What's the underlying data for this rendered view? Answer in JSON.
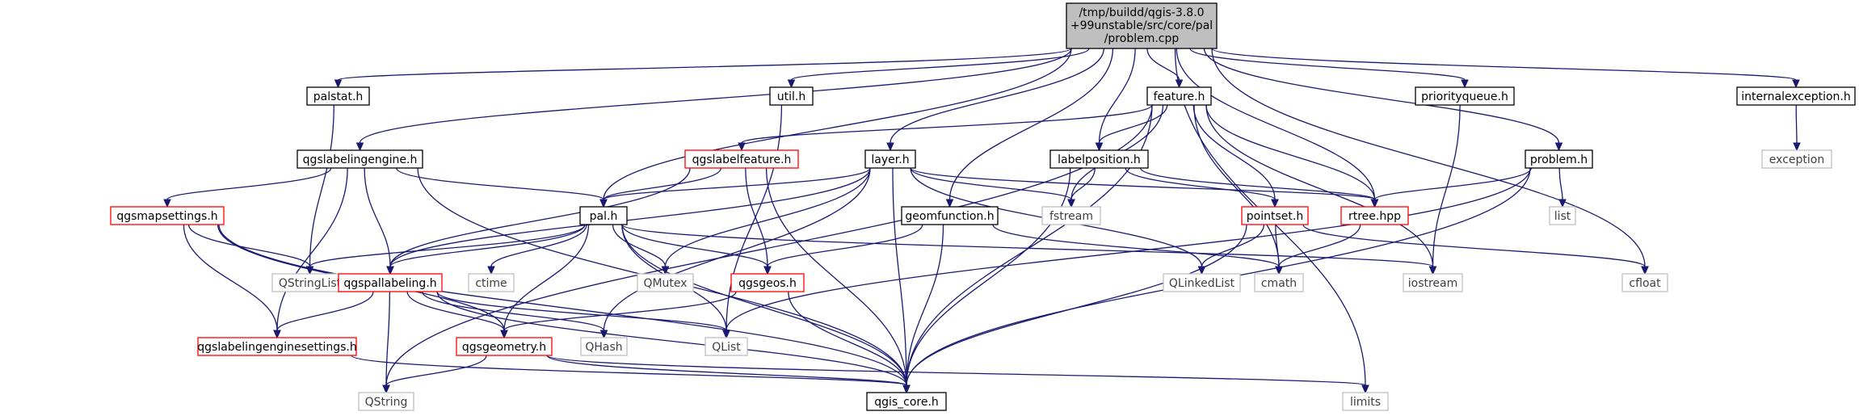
{
  "diagram": {
    "root": {
      "id": "root",
      "lines": [
        "/tmp/buildd/qgis-3.8.0",
        "+99unstable/src/core/pal",
        "/problem.cpp"
      ]
    },
    "nodes": [
      {
        "id": "palstat",
        "label": "palstat.h",
        "kind": "doc"
      },
      {
        "id": "util",
        "label": "util.h",
        "kind": "doc"
      },
      {
        "id": "feature",
        "label": "feature.h",
        "kind": "doc"
      },
      {
        "id": "priorityqueue",
        "label": "priorityqueue.h",
        "kind": "doc"
      },
      {
        "id": "internalexception",
        "label": "internalexception.h",
        "kind": "doc"
      },
      {
        "id": "exception",
        "label": "exception",
        "kind": "ext"
      },
      {
        "id": "qgslabelingengine",
        "label": "qgslabelingengine.h",
        "kind": "doc"
      },
      {
        "id": "qgslabelfeature",
        "label": "qgslabelfeature.h",
        "kind": "trunc"
      },
      {
        "id": "layer",
        "label": "layer.h",
        "kind": "doc"
      },
      {
        "id": "labelposition",
        "label": "labelposition.h",
        "kind": "doc"
      },
      {
        "id": "problem_h",
        "label": "problem.h",
        "kind": "doc"
      },
      {
        "id": "list",
        "label": "list",
        "kind": "ext"
      },
      {
        "id": "qgsmapsettings",
        "label": "qgsmapsettings.h",
        "kind": "trunc"
      },
      {
        "id": "pal",
        "label": "pal.h",
        "kind": "doc"
      },
      {
        "id": "geomfunction",
        "label": "geomfunction.h",
        "kind": "doc"
      },
      {
        "id": "fstream",
        "label": "fstream",
        "kind": "ext"
      },
      {
        "id": "pointset",
        "label": "pointset.h",
        "kind": "trunc"
      },
      {
        "id": "rtree",
        "label": "rtree.hpp",
        "kind": "trunc"
      },
      {
        "id": "qstringlist",
        "label": "QStringList",
        "kind": "ext"
      },
      {
        "id": "qgspallabeling",
        "label": "qgspallabeling.h",
        "kind": "trunc"
      },
      {
        "id": "ctime",
        "label": "ctime",
        "kind": "ext"
      },
      {
        "id": "qmutex",
        "label": "QMutex",
        "kind": "ext"
      },
      {
        "id": "qgsgeos",
        "label": "qgsgeos.h",
        "kind": "trunc"
      },
      {
        "id": "qlinkedlist",
        "label": "QLinkedList",
        "kind": "ext"
      },
      {
        "id": "cmath",
        "label": "cmath",
        "kind": "ext"
      },
      {
        "id": "iostream",
        "label": "iostream",
        "kind": "ext"
      },
      {
        "id": "cfloat",
        "label": "cfloat",
        "kind": "ext"
      },
      {
        "id": "qgslabelingenginesettings",
        "label": "qgslabelingenginesettings.h",
        "kind": "trunc"
      },
      {
        "id": "qgsgeometry",
        "label": "qgsgeometry.h",
        "kind": "trunc"
      },
      {
        "id": "qhash",
        "label": "QHash",
        "kind": "ext"
      },
      {
        "id": "qlist",
        "label": "QList",
        "kind": "ext"
      },
      {
        "id": "qstring",
        "label": "QString",
        "kind": "ext"
      },
      {
        "id": "qgis_core",
        "label": "qgis_core.h",
        "kind": "doc"
      },
      {
        "id": "limits",
        "label": "limits",
        "kind": "ext"
      }
    ],
    "edges": [
      [
        "root",
        "palstat"
      ],
      [
        "root",
        "qgslabelingengine"
      ],
      [
        "root",
        "util"
      ],
      [
        "root",
        "pal"
      ],
      [
        "root",
        "layer"
      ],
      [
        "root",
        "feature"
      ],
      [
        "root",
        "geomfunction"
      ],
      [
        "root",
        "labelposition"
      ],
      [
        "root",
        "rtree"
      ],
      [
        "root",
        "priorityqueue"
      ],
      [
        "root",
        "problem_h"
      ],
      [
        "root",
        "cfloat"
      ],
      [
        "root",
        "internalexception"
      ],
      [
        "root",
        "limits"
      ],
      [
        "palstat",
        "qstringlist"
      ],
      [
        "util",
        "qlist"
      ],
      [
        "internalexception",
        "exception"
      ],
      [
        "priorityqueue",
        "iostream"
      ],
      [
        "feature",
        "qgslabelfeature"
      ],
      [
        "feature",
        "labelposition"
      ],
      [
        "feature",
        "fstream"
      ],
      [
        "feature",
        "pointset"
      ],
      [
        "feature",
        "rtree"
      ],
      [
        "feature",
        "cmath"
      ],
      [
        "feature",
        "iostream"
      ],
      [
        "feature",
        "qgis_core"
      ],
      [
        "feature",
        "qstring"
      ],
      [
        "qgslabelingengine",
        "qgsmapsettings"
      ],
      [
        "qgslabelingengine",
        "pal"
      ],
      [
        "qgslabelingengine",
        "qgspallabeling"
      ],
      [
        "qgslabelingengine",
        "qgslabelingenginesettings"
      ],
      [
        "qgslabelingengine",
        "qgis_core"
      ],
      [
        "qgslabelfeature",
        "pal"
      ],
      [
        "qgslabelfeature",
        "qgsgeos"
      ],
      [
        "qgslabelfeature",
        "qgspallabeling"
      ],
      [
        "qgslabelfeature",
        "qgis_core"
      ],
      [
        "layer",
        "pal"
      ],
      [
        "layer",
        "qmutex"
      ],
      [
        "layer",
        "fstream"
      ],
      [
        "layer",
        "rtree"
      ],
      [
        "layer",
        "qlinkedlist"
      ],
      [
        "layer",
        "qhash"
      ],
      [
        "layer",
        "qgis_core"
      ],
      [
        "layer",
        "qgspallabeling"
      ],
      [
        "labelposition",
        "fstream"
      ],
      [
        "labelposition",
        "pointset"
      ],
      [
        "labelposition",
        "rtree"
      ],
      [
        "labelposition",
        "qgis_core"
      ],
      [
        "problem_h",
        "list"
      ],
      [
        "problem_h",
        "rtree"
      ],
      [
        "problem_h",
        "qlist"
      ],
      [
        "problem_h",
        "qgis_core"
      ],
      [
        "qgsmapsettings",
        "qstringlist"
      ],
      [
        "qgsmapsettings",
        "qgslabelingenginesettings"
      ],
      [
        "qgsmapsettings",
        "qgsgeometry"
      ],
      [
        "qgsmapsettings",
        "qgis_core"
      ],
      [
        "pal",
        "qstringlist"
      ],
      [
        "pal",
        "qgspallabeling"
      ],
      [
        "pal",
        "ctime"
      ],
      [
        "pal",
        "qmutex"
      ],
      [
        "pal",
        "qgsgeos"
      ],
      [
        "pal",
        "qlist"
      ],
      [
        "pal",
        "iostream"
      ],
      [
        "pal",
        "qgsgeometry"
      ],
      [
        "pal",
        "qgis_core"
      ],
      [
        "geomfunction",
        "qgsgeos"
      ],
      [
        "geomfunction",
        "cmath"
      ],
      [
        "geomfunction",
        "qgis_core"
      ],
      [
        "pointset",
        "qlinkedlist"
      ],
      [
        "pointset",
        "cmath"
      ],
      [
        "pointset",
        "cfloat"
      ],
      [
        "pointset",
        "qgis_core"
      ],
      [
        "rtree",
        "cmath"
      ],
      [
        "qgspallabeling",
        "qgslabelingenginesettings"
      ],
      [
        "qgspallabeling",
        "qgsgeometry"
      ],
      [
        "qgspallabeling",
        "qhash"
      ],
      [
        "qgspallabeling",
        "qlist"
      ],
      [
        "qgspallabeling",
        "qstring"
      ],
      [
        "qgspallabeling",
        "qgis_core"
      ],
      [
        "qgsgeos",
        "qgsgeometry"
      ],
      [
        "qgsgeos",
        "qgis_core"
      ],
      [
        "qgslabelingenginesettings",
        "qgis_core"
      ],
      [
        "qgsgeometry",
        "qstring"
      ],
      [
        "qgsgeometry",
        "qgis_core"
      ],
      [
        "qgsgeometry",
        "limits"
      ]
    ]
  },
  "colors": {
    "root_fill": "#bfbfbf",
    "doc_border": "#000000",
    "trunc_border": "#ff0000",
    "ext_border": "#bfbfbf",
    "node_fill": "#ffffff",
    "edge": "#191970",
    "text": "#000000",
    "ext_text": "#404040"
  }
}
